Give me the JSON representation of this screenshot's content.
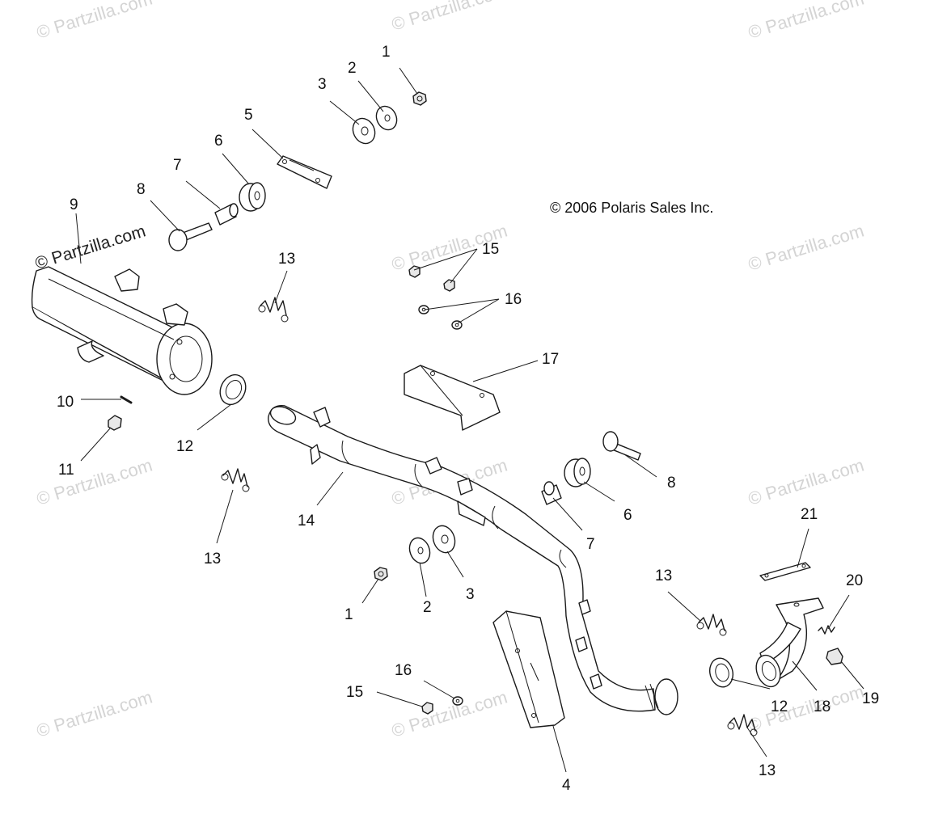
{
  "copyright": "© 2006 Polaris Sales Inc.",
  "watermark": {
    "text": "© Partzilla.com",
    "prominent_text": "© Partzilla.com",
    "color": "#d4d4d4"
  },
  "callouts": [
    "1",
    "2",
    "3",
    "4",
    "5",
    "6",
    "7",
    "8",
    "9",
    "10",
    "11",
    "12",
    "13",
    "14",
    "15",
    "16",
    "17",
    "18",
    "19",
    "20",
    "21"
  ],
  "labels": [
    {
      "id": "c1-top",
      "text": "1"
    },
    {
      "id": "c2-top",
      "text": "2"
    },
    {
      "id": "c3-top",
      "text": "3"
    },
    {
      "id": "c5",
      "text": "5"
    },
    {
      "id": "c6-top",
      "text": "6"
    },
    {
      "id": "c7-top",
      "text": "7"
    },
    {
      "id": "c8-top",
      "text": "8"
    },
    {
      "id": "c9",
      "text": "9"
    },
    {
      "id": "c13-a",
      "text": "13"
    },
    {
      "id": "c15-top",
      "text": "15"
    },
    {
      "id": "c16-top",
      "text": "16"
    },
    {
      "id": "c17",
      "text": "17"
    },
    {
      "id": "c10",
      "text": "10"
    },
    {
      "id": "c12-left",
      "text": "12"
    },
    {
      "id": "c11",
      "text": "11"
    },
    {
      "id": "c13-b",
      "text": "13"
    },
    {
      "id": "c14",
      "text": "14"
    },
    {
      "id": "c8-right",
      "text": "8"
    },
    {
      "id": "c6-right",
      "text": "6"
    },
    {
      "id": "c7-right",
      "text": "7"
    },
    {
      "id": "c21",
      "text": "21"
    },
    {
      "id": "c13-c",
      "text": "13"
    },
    {
      "id": "c20",
      "text": "20"
    },
    {
      "id": "c1-bottom",
      "text": "1"
    },
    {
      "id": "c2-bottom",
      "text": "2"
    },
    {
      "id": "c3-bottom",
      "text": "3"
    },
    {
      "id": "c16-bottom",
      "text": "16"
    },
    {
      "id": "c15-bottom",
      "text": "15"
    },
    {
      "id": "c12-right",
      "text": "12"
    },
    {
      "id": "c18",
      "text": "18"
    },
    {
      "id": "c19",
      "text": "19"
    },
    {
      "id": "c13-d",
      "text": "13"
    },
    {
      "id": "c4",
      "text": "4"
    }
  ]
}
